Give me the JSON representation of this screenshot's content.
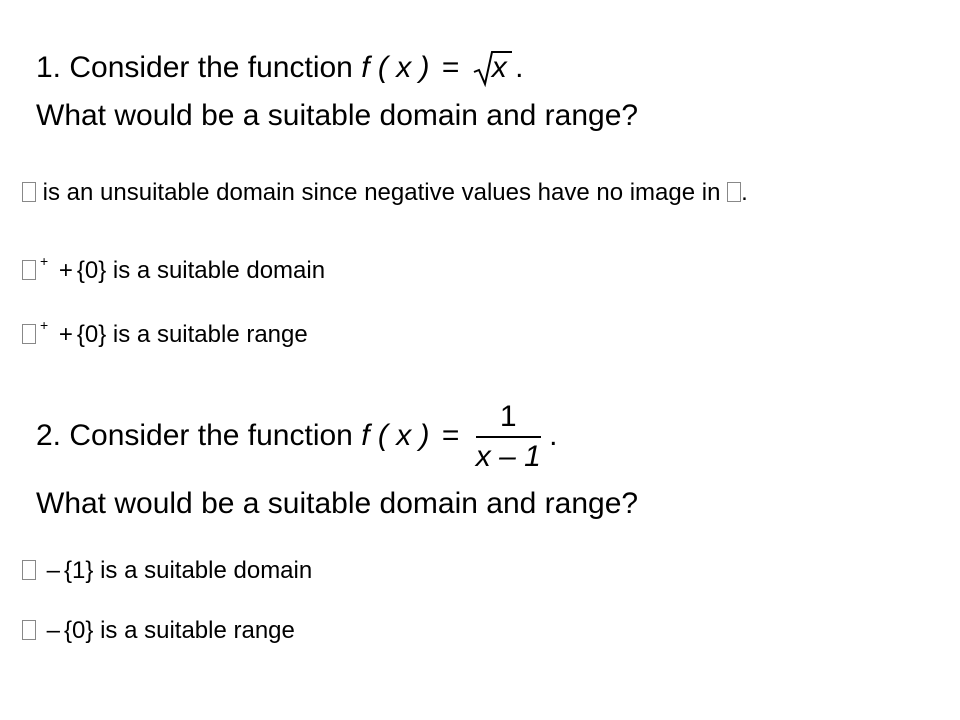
{
  "q1": {
    "prefix": "1. Consider the function ",
    "func": "f ( x )",
    "equals": "=",
    "radicand": "x",
    "period": ".",
    "question": "What would be a suitable domain and range?",
    "answers": [
      {
        "text": " is an unsuitable domain since negative values have no image in ",
        "tail": "."
      },
      {
        "sup": "+",
        "op": "+",
        "set": "{0}",
        "text": " is a suitable domain"
      },
      {
        "sup": "+",
        "op": "+",
        "set": "{0}",
        "text": " is a suitable range"
      }
    ]
  },
  "q2": {
    "prefix": "2. Consider the function ",
    "func": "f ( x )",
    "equals": "=",
    "numerator": "1",
    "denominator": "x – 1",
    "period": ".",
    "question": "What would be a suitable domain and range?",
    "answers": [
      {
        "op": "–",
        "set": "{1}",
        "text": " is a suitable domain"
      },
      {
        "op": "–",
        "set": "{0}",
        "text": " is a suitable range"
      }
    ]
  }
}
